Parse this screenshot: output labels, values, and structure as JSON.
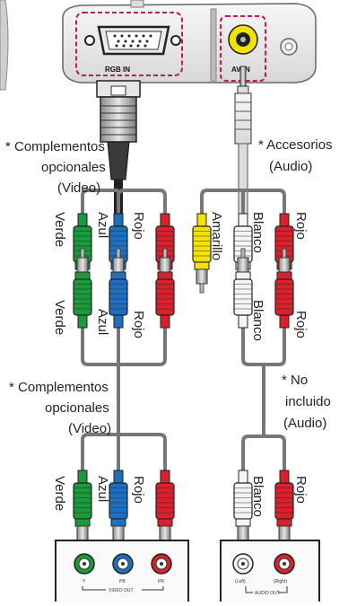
{
  "projector": {
    "rgb_in_label": "RGB IN",
    "av_in_label": "AV IN"
  },
  "left_chain": {
    "note_top": [
      "* Complementos",
      "opcionales",
      "(Video)"
    ],
    "plugs_top": [
      "Verde",
      "Azul",
      "Rojo"
    ],
    "plugs_bottom": [
      "Verde",
      "Azul",
      "Rojo"
    ],
    "note_mid": [
      "* Complementos",
      "opcionales",
      "(Video)"
    ],
    "plugs_device": [
      "Verde",
      "Azul",
      "Rojo"
    ],
    "device_port_labels": [
      "Y",
      "PB",
      "PR"
    ],
    "device_bottom_label": "VIDEO OUT"
  },
  "right_chain": {
    "note_top": [
      "* Accesorios",
      "(Audio)"
    ],
    "plugs_top": [
      "Amarillo",
      "Blanco",
      "Rojo"
    ],
    "plugs_bottom": [
      "Blanco",
      "Rojo"
    ],
    "note_mid": [
      "* No",
      "incluido",
      "(Audio)"
    ],
    "plugs_device": [
      "Blanco",
      "Rojo"
    ],
    "device_port_labels": [
      "(Left)",
      "(Right)"
    ],
    "device_bottom_label": "AUDIO OUT"
  },
  "colors": {
    "green": "#1a9a3a",
    "blue": "#1e6fc0",
    "red": "#d9202c",
    "yellow": "#f2e200",
    "white": "#f4f4f4",
    "highlight": "#c2185b"
  }
}
